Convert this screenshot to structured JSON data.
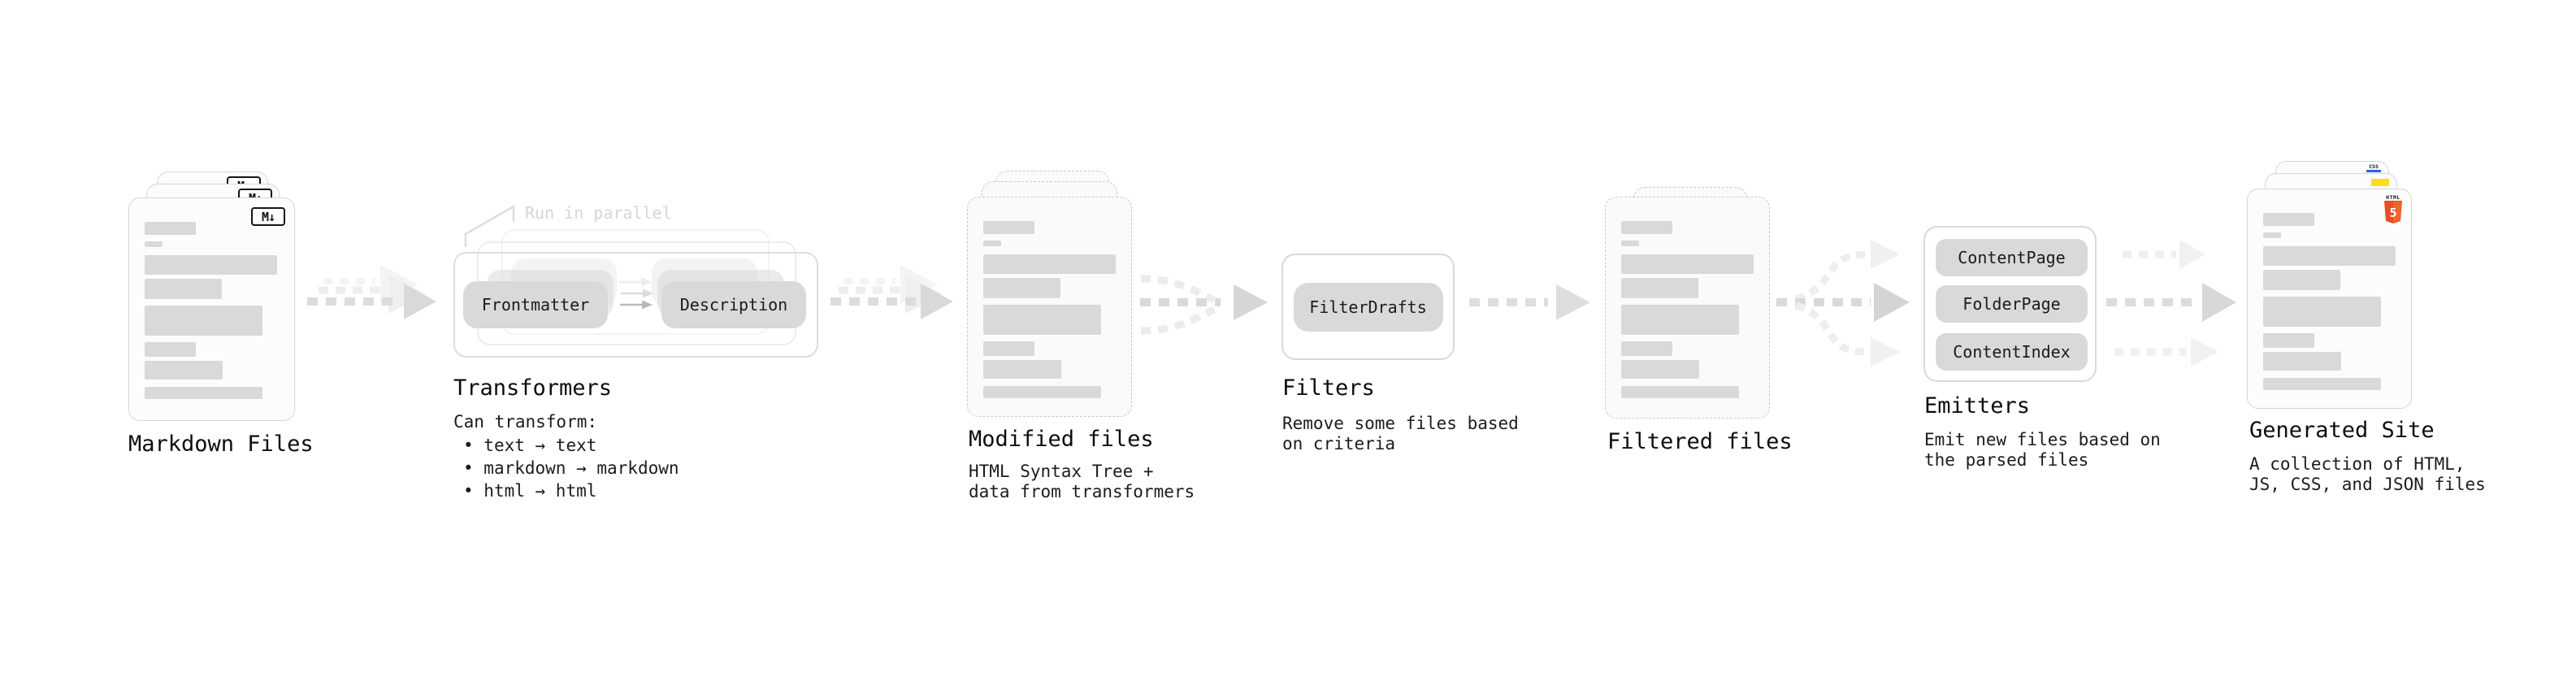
{
  "diagram": {
    "markdown_files": {
      "label": "Markdown Files",
      "badge": "M↓"
    },
    "transformers": {
      "label": "Transformers",
      "annotation": "Run in parallel",
      "left_pill": "Frontmatter",
      "right_pill": "Description",
      "heading": "Can transform:",
      "bullets": [
        "text → text",
        "markdown → markdown",
        "html → html"
      ]
    },
    "modified_files": {
      "label": "Modified files",
      "description": "HTML Syntax Tree +\ndata from transformers"
    },
    "filters": {
      "label": "Filters",
      "pill": "FilterDrafts",
      "description": "Remove some files based\non criteria"
    },
    "filtered_files": {
      "label": "Filtered files"
    },
    "emitters": {
      "label": "Emitters",
      "pills": [
        "ContentPage",
        "FolderPage",
        "ContentIndex"
      ],
      "description": "Emit new files based on\nthe parsed files"
    },
    "generated_site": {
      "label": "Generated Site",
      "description": "A collection of HTML,\nJS, CSS, and JSON files",
      "css_badge": "CSS",
      "html_badge_text": "HTML",
      "html_badge_number": "5"
    }
  },
  "colors": {
    "html5_orange": "#e44d26",
    "html5_orange_light": "#f16529",
    "js_yellow": "#f7df1e",
    "css_blue": "#2862e9",
    "arrow_gray": "#dcdcdc",
    "pill_gray": "#d9d9d9",
    "skeleton_gray": "#d9d9d9"
  }
}
